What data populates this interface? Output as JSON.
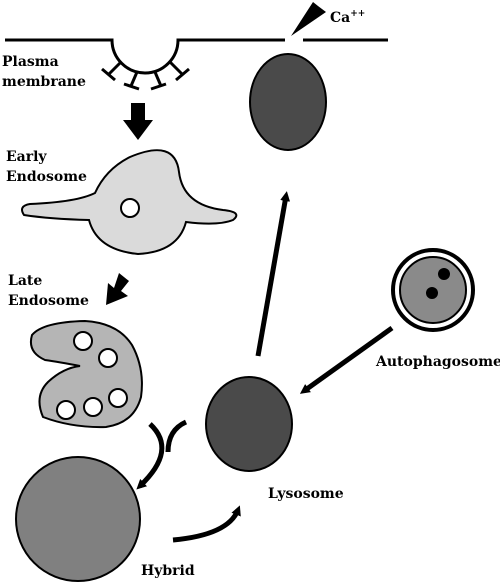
{
  "labels": {
    "plasma_membrane_line1": "Plasma",
    "plasma_membrane_line2": "membrane",
    "early_endosome_line1": "Early",
    "early_endosome_line2": "Endosome",
    "late_endosome_line1": "Late",
    "late_endosome_line2": "Endosome",
    "autophagosome": "Autophagosome",
    "lysosome": "Lysosome",
    "hybrid": "Hybrid",
    "calcium": "Ca",
    "calcium_charge": "++"
  },
  "colors": {
    "line": "#000000",
    "early_endosome_fill": "#dadada",
    "late_endosome_fill": "#b5b5b5",
    "dark_organelle_fill": "#4a4a4a",
    "hybrid_fill": "#808080",
    "autophagosome_inner_fill": "#8a8a8a",
    "vesicle_fill": "#ffffff"
  }
}
